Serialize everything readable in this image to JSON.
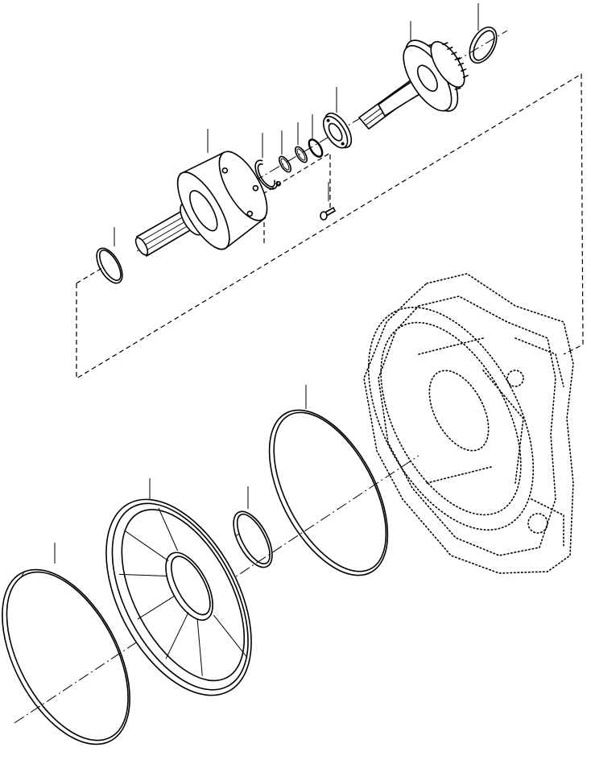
{
  "diagram": {
    "parts": [
      "snap-ring-top-right",
      "output-gear-shaft",
      "bearing",
      "thrust-washer-1",
      "thrust-washer-2",
      "thrust-washer-3",
      "snap-ring-hub",
      "retainer-hub-shaft",
      "bolt",
      "seal-ring-left",
      "transmission-case",
      "snap-ring-large",
      "seal-ring-small",
      "piston-dish",
      "snap-ring-bottom-left"
    ]
  }
}
